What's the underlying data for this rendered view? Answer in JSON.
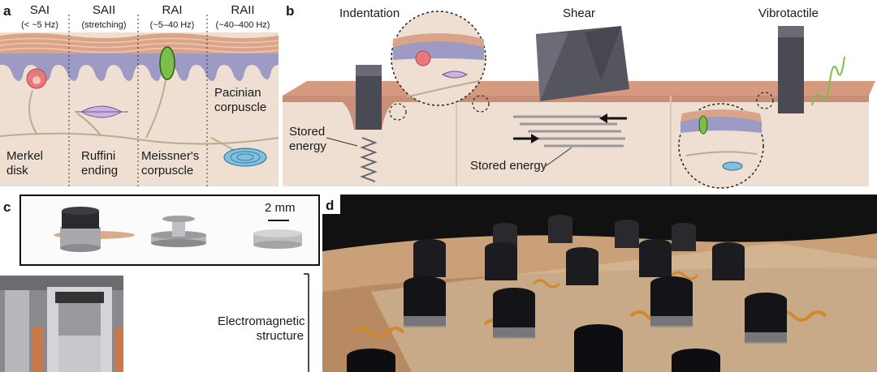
{
  "panel_a": {
    "letter": "a",
    "columns": [
      {
        "name": "SAI",
        "freq": "(< ~5 Hz)"
      },
      {
        "name": "SAII",
        "freq": "(stretching)"
      },
      {
        "name": "RAI",
        "freq": "(~5–40 Hz)"
      },
      {
        "name": "RAII",
        "freq": "(~40–400 Hz)"
      }
    ],
    "receptors": [
      {
        "line1": "Merkel",
        "line2": "disk"
      },
      {
        "line1": "Ruffini",
        "line2": "ending"
      },
      {
        "line1": "Meissner's",
        "line2": "corpuscle"
      },
      {
        "line1": "Pacinian",
        "line2": "corpuscle"
      }
    ]
  },
  "panel_b": {
    "letter": "b",
    "modes": [
      "Indentation",
      "Shear",
      "Vibrotactile"
    ],
    "stored_energy_1": {
      "line1": "Stored",
      "line2": "energy"
    },
    "stored_energy_2": "Stored energy"
  },
  "panel_c": {
    "letter": "c",
    "scale_bar": "2 mm",
    "label": {
      "line1": "Electromagnetic",
      "line2": "structure"
    }
  },
  "panel_d": {
    "letter": "d"
  },
  "colors": {
    "skin": "#eedfd2",
    "epidermis": "#9d9ac4",
    "surface": "#c98f76",
    "actuator": "#4a4a55",
    "merkel": "#e8787a",
    "ruffini": "#b49ad4",
    "meissner": "#7bbf4a",
    "pacinian": "#7fc0e0",
    "copper": "#d08a2a"
  }
}
